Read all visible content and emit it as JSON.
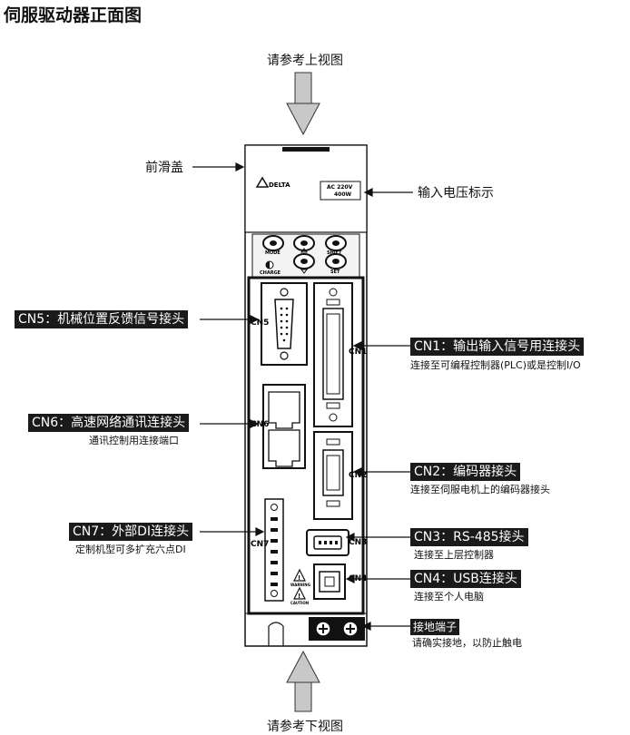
{
  "title": "伺服驱动器正面图",
  "top_view_ref": "请参考上视图",
  "bottom_view_ref": "请参考下视图",
  "front_cover": "前滑盖",
  "input_voltage": "输入电压标示",
  "brand_logo": "DELTA",
  "rating": {
    "voltage": "AC 220V",
    "power": "400W"
  },
  "panel_buttons": [
    "MODE",
    "SHIFT",
    "CHARGE",
    "SET"
  ],
  "port_marks": {
    "cn5": "CN5",
    "cn6": "CN6",
    "cn7": "CN7",
    "cn1": "CN1",
    "cn2": "CN2",
    "cn3": "CN3",
    "cn4": "CN4"
  },
  "warning_labels": [
    "WARNING",
    "CAUTION"
  ],
  "callouts": {
    "cn5": {
      "label": "CN5：机械位置反馈信号接头"
    },
    "cn6": {
      "label": "CN6：高速网络通讯连接头",
      "desc": "通讯控制用连接端口"
    },
    "cn7": {
      "label": "CN7：外部DI连接头",
      "desc": "定制机型可多扩充六点DI"
    },
    "cn1": {
      "label": "CN1：输出输入信号用连接头",
      "desc": "连接至可编程控制器(PLC)或是控制I/O"
    },
    "cn2": {
      "label": "CN2：编码器接头",
      "desc": "连接至伺服电机上的编码器接头"
    },
    "cn3": {
      "label": "CN3：RS-485接头",
      "desc": "连接至上层控制器"
    },
    "cn4": {
      "label": "CN4：USB连接头",
      "desc": "连接至个人电脑"
    },
    "ground": {
      "label": "接地端子",
      "desc": "请确实接地，以防止触电"
    }
  }
}
